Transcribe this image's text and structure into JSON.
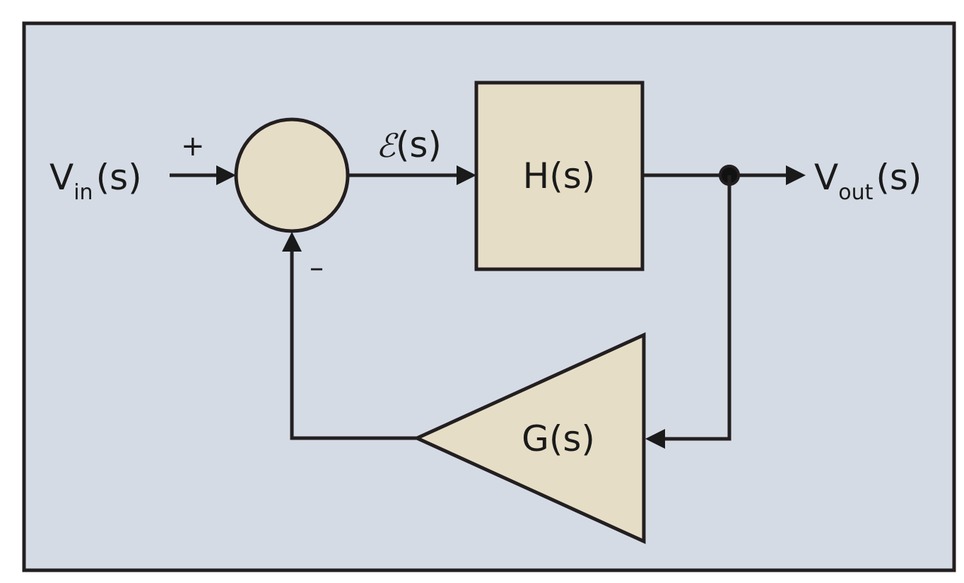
{
  "diagram": {
    "type": "feedback-control-loop",
    "colors": {
      "background": "#d4dbe5",
      "block_fill": "#e6ddc6",
      "stroke": "#231f20",
      "page": "#ffffff"
    },
    "input": {
      "main": "V",
      "subscript": "in",
      "arg": "(s)"
    },
    "output": {
      "main": "V",
      "subscript": "out",
      "arg": "(s)"
    },
    "summing_junction": {
      "plus_sign": "+",
      "minus_sign": "–"
    },
    "error_signal": {
      "symbol": "ℰ",
      "arg": "(s)"
    },
    "forward_block": {
      "label": "H(s)"
    },
    "feedback_block": {
      "label": "G(s)"
    }
  }
}
